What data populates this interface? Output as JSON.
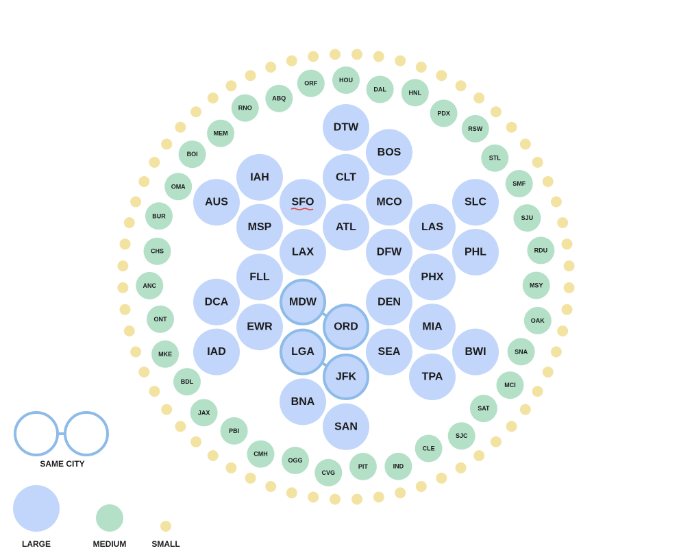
{
  "colors": {
    "large": "#c2d6fb",
    "medium": "#b4e0c8",
    "small": "#f3e3a2",
    "same_city_ring": "#8ebbe8",
    "label": "#1b1b1b",
    "underline": "#e0463c"
  },
  "large_airports": [
    "DTW",
    "BOS",
    "IAH",
    "CLT",
    "AUS",
    "SFO",
    "MCO",
    "SLC",
    "MSP",
    "ATL",
    "LAS",
    "LAX",
    "DFW",
    "PHL",
    "FLL",
    "PHX",
    "DCA",
    "MDW",
    "DEN",
    "EWR",
    "ORD",
    "MIA",
    "IAD",
    "LGA",
    "SEA",
    "BWI",
    "JFK",
    "TPA",
    "BNA",
    "SAN"
  ],
  "same_city_pairs": [
    [
      "MDW",
      "ORD"
    ],
    [
      "LGA",
      "JFK"
    ]
  ],
  "underlined": [
    "SFO"
  ],
  "medium_airports": [
    "HOU",
    "DAL",
    "HNL",
    "PDX",
    "RSW",
    "STL",
    "SMF",
    "SJU",
    "RDU",
    "MSY",
    "OAK",
    "SNA",
    "MCI",
    "SAT",
    "SJC",
    "CLE",
    "IND",
    "PIT",
    "CVG",
    "OGG",
    "CMH",
    "PBI",
    "JAX",
    "BDL",
    "MKE",
    "ONT",
    "ANC",
    "CHS",
    "BUR",
    "OMA",
    "BOI",
    "MEM",
    "RNO",
    "ABQ",
    "ORF"
  ],
  "small_airport_count": 64,
  "legend": {
    "same_city": "SAME CITY",
    "large": "LARGE",
    "medium": "MEDIUM",
    "small": "SMALL"
  }
}
